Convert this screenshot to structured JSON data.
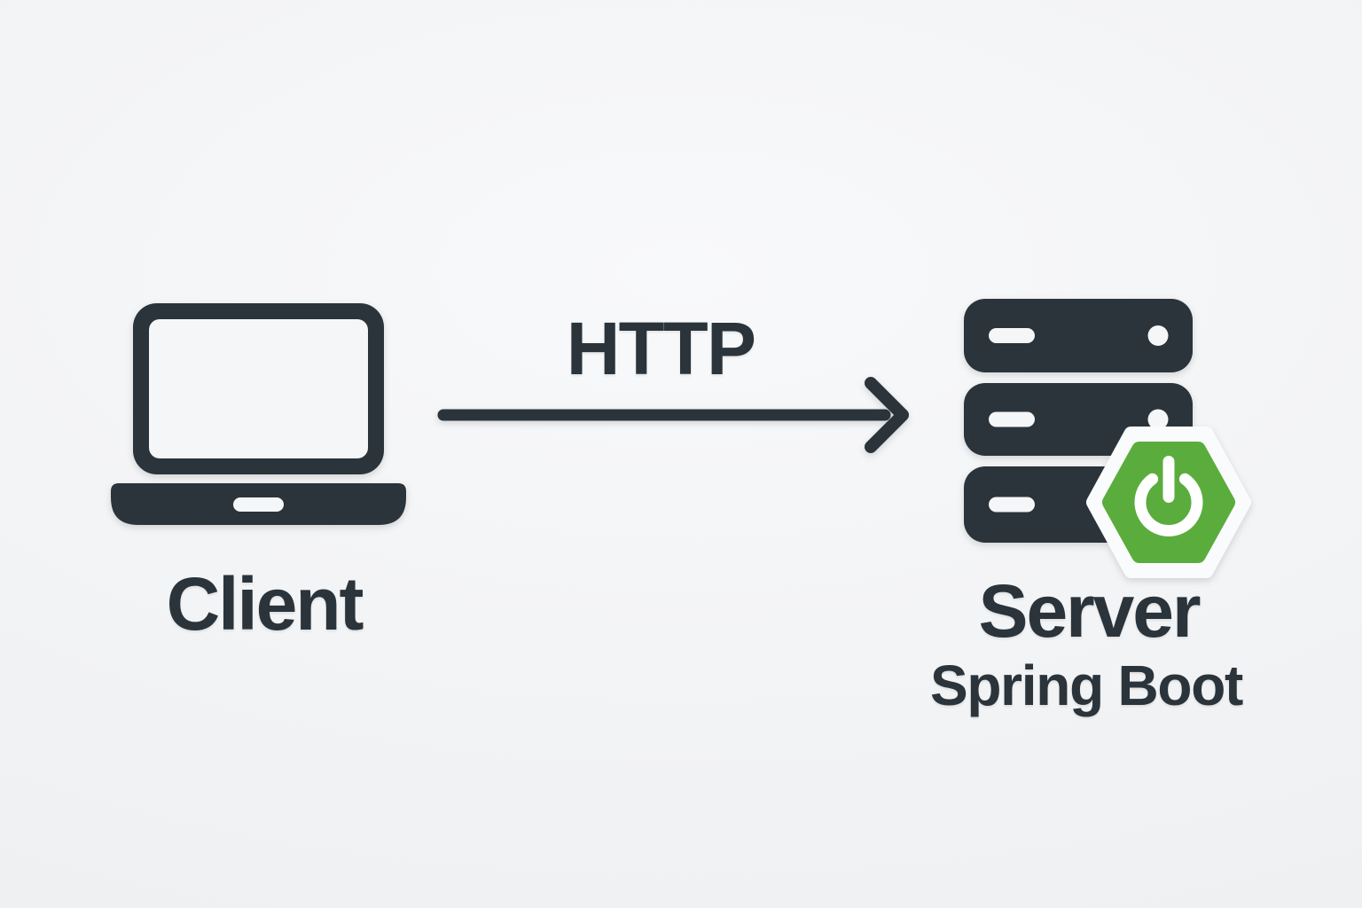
{
  "colors": {
    "dark": "#2b343b",
    "green": "#5aad3c",
    "background": "#f1f2f4",
    "light_fill": "#f5f6f8"
  },
  "diagram": {
    "client": {
      "label": "Client",
      "icon": "laptop-icon"
    },
    "connection": {
      "label": "HTTP",
      "icon": "arrow-right-icon",
      "direction": "client-to-server"
    },
    "server": {
      "label": "Server",
      "platform": "Spring Boot",
      "icon": "server-rack-icon",
      "badge_icon": "spring-boot-power-icon"
    }
  }
}
